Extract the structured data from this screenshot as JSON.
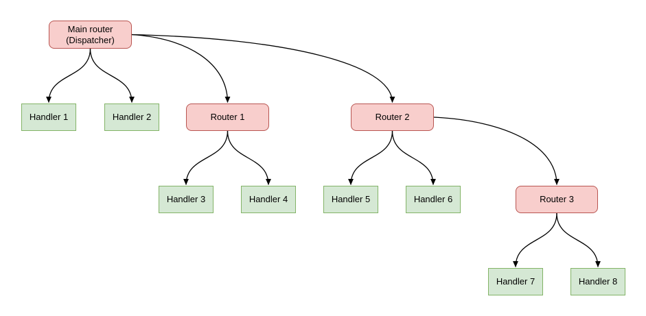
{
  "diagram": {
    "background": "#ffffff",
    "colors": {
      "router_fill": "#f8cecc",
      "router_stroke": "#b85450",
      "handler_fill": "#d5e8d4",
      "handler_stroke": "#82b366",
      "edge": "#000000",
      "text": "#000000"
    },
    "nodes": [
      {
        "id": "main",
        "label": "Main router (Dispatcher)",
        "type": "router"
      },
      {
        "id": "h1",
        "label": "Handler 1",
        "type": "handler"
      },
      {
        "id": "h2",
        "label": "Handler 2",
        "type": "handler"
      },
      {
        "id": "r1",
        "label": "Router 1",
        "type": "router"
      },
      {
        "id": "r2",
        "label": "Router 2",
        "type": "router"
      },
      {
        "id": "h3",
        "label": "Handler 3",
        "type": "handler"
      },
      {
        "id": "h4",
        "label": "Handler 4",
        "type": "handler"
      },
      {
        "id": "h5",
        "label": "Handler 5",
        "type": "handler"
      },
      {
        "id": "h6",
        "label": "Handler 6",
        "type": "handler"
      },
      {
        "id": "r3",
        "label": "Router 3",
        "type": "router"
      },
      {
        "id": "h7",
        "label": "Handler 7",
        "type": "handler"
      },
      {
        "id": "h8",
        "label": "Handler 8",
        "type": "handler"
      }
    ],
    "edges": [
      {
        "from": "main",
        "to": "h1",
        "from_side": "bottom"
      },
      {
        "from": "main",
        "to": "h2",
        "from_side": "bottom"
      },
      {
        "from": "main",
        "to": "r1",
        "from_side": "right"
      },
      {
        "from": "main",
        "to": "r2",
        "from_side": "right"
      },
      {
        "from": "r1",
        "to": "h3",
        "from_side": "bottom"
      },
      {
        "from": "r1",
        "to": "h4",
        "from_side": "bottom"
      },
      {
        "from": "r2",
        "to": "h5",
        "from_side": "bottom"
      },
      {
        "from": "r2",
        "to": "h6",
        "from_side": "bottom"
      },
      {
        "from": "r2",
        "to": "r3",
        "from_side": "right"
      },
      {
        "from": "r3",
        "to": "h7",
        "from_side": "bottom"
      },
      {
        "from": "r3",
        "to": "h8",
        "from_side": "bottom"
      }
    ]
  }
}
